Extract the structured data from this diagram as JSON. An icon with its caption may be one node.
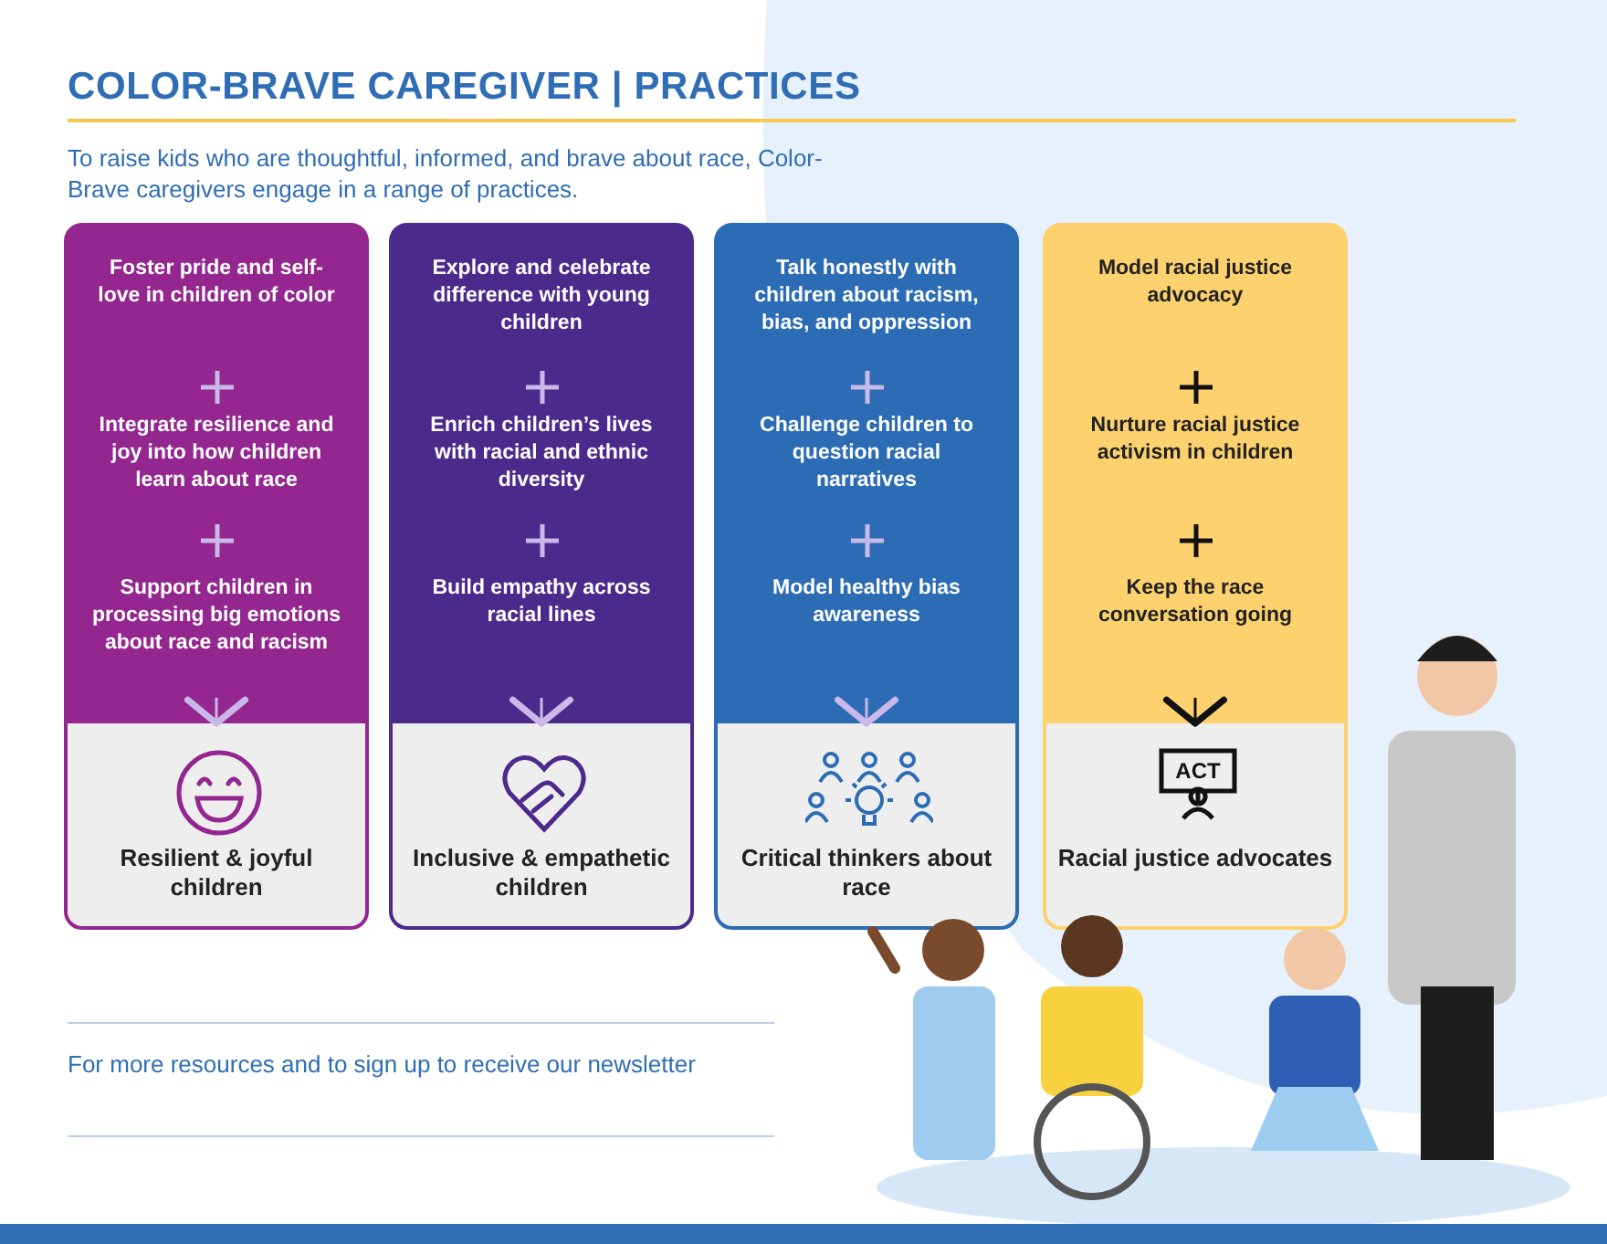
{
  "diagram": {
    "title": "COLOR-BRAVE CAREGIVER | PRACTICES",
    "nodes": [
      {
        "text": [],
        "shape": "box"
      },
      {
        "text": [
          "Foster pride and self-love in children of color"
        ],
        "in": 0
      },
      {
        "text": [
          "Integrate resilience and joy into how children learn about race"
        ],
        "in": 0
      },
      {
        "text": [
          "Support children in processing big emotions about race and racism"
        ],
        "in": 0
      },
      {
        "text": [
          "Resilient & joyful children"
        ],
        "in": 0
      },
      {
        "text": [],
        "shape": "box"
      },
      {
        "text": [
          "Explore and celebrate difference with young children"
        ],
        "in": 5
      },
      {
        "text": [
          "Enrich children’s lives with racial and ethnic diversity"
        ],
        "in": 5
      },
      {
        "text": [
          "Build empathy across racial lines"
        ],
        "in": 5
      },
      {
        "text": [
          "Inclusive & empathetic children"
        ],
        "in": 5
      },
      {
        "text": [],
        "shape": "box"
      },
      {
        "text": [
          "Talk honestly with children about racism, bias, and oppression"
        ],
        "in": 10
      },
      {
        "text": [
          "Challenge children to question racial narratives"
        ],
        "in": 10
      },
      {
        "text": [
          "Model healthy bias awareness"
        ],
        "in": 10
      },
      {
        "text": [
          "Critical thinkers about race"
        ],
        "in": 10
      },
      {
        "text": [],
        "shape": "box"
      },
      {
        "text": [
          "Model racial justice advocacy"
        ],
        "in": 15
      },
      {
        "text": [
          "Nurture racial justice activism in children"
        ],
        "in": 15
      },
      {
        "text": [
          "Keep the race conversation going"
        ],
        "in": 15
      },
      {
        "text": [
          "Racial justice advocates"
        ],
        "in": 15
      }
    ],
    "edges": [
      {
        "from": null,
        "to": 4,
        "arrow": "to"
      },
      {
        "from": null,
        "to": 9,
        "arrow": "to"
      },
      {
        "from": null,
        "to": 14,
        "arrow": "to"
      },
      {
        "from": null,
        "to": 19,
        "arrow": "to",
        "color": "#111111"
      }
    ],
    "labels": [
      "To raise kids who are thoughtful, informed, and brave about race, Color-Brave caregivers engage in a range of practices.",
      "ACT",
      "For more resources and to sign up to receive our newsletter"
    ]
  }
}
